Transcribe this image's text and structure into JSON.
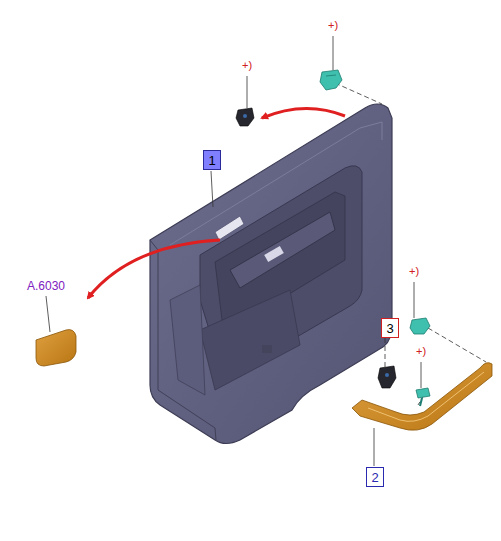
{
  "diagram": {
    "nodes": [
      {
        "text": [
          "1"
        ]
      },
      {
        "text": [
          "3"
        ]
      },
      {
        "text": [
          "2"
        ]
      }
    ],
    "labels": [
      "+)",
      "+)",
      "+)",
      "+)",
      "A.6030"
    ]
  }
}
